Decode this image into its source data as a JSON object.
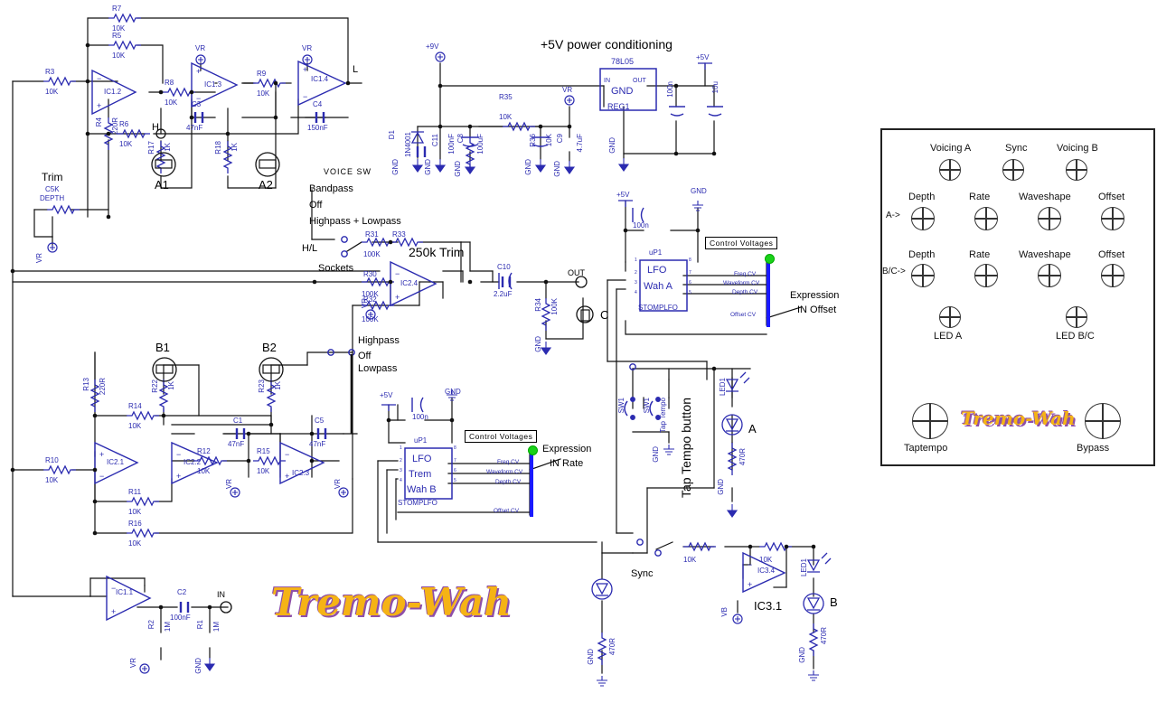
{
  "sheet": {
    "title_logo": "Tremo-Wah",
    "section_titles": {
      "power": "+5V power conditioning",
      "trim_250k": "250k Trim",
      "tap_tempo": "Tap Tempo button",
      "sync": "Sync",
      "sockets": "Sockets",
      "voice_sw": "VOICE  SW",
      "trim": "Trim"
    }
  },
  "colors": {
    "wire": "#111111",
    "component": "#2b2bb0",
    "cv_bus": "#1a1aff",
    "node_green": "#19d119",
    "logo_fill": "#f5b315",
    "logo_shadow": "#8e4fa8",
    "label_black": "#111111"
  },
  "voice_switch": {
    "title": "VOICE  SW",
    "options": [
      "Bandpass",
      "Off",
      "Highpass + Lowpass"
    ],
    "terminal": "H/L"
  },
  "hp_lp_switch": {
    "options": [
      "Highpass",
      "Off",
      "Lowpass"
    ]
  },
  "resistors": [
    {
      "ref": "R3",
      "value": "10K"
    },
    {
      "ref": "R5",
      "value": "10K"
    },
    {
      "ref": "R7",
      "value": "10K"
    },
    {
      "ref": "R8",
      "value": "10K"
    },
    {
      "ref": "R9",
      "value": "10K"
    },
    {
      "ref": "R6",
      "value": "10K"
    },
    {
      "ref": "R4",
      "value": "220R"
    },
    {
      "ref": "R17",
      "value": "1K"
    },
    {
      "ref": "R18",
      "value": "1K"
    },
    {
      "ref": "R10",
      "value": "10K"
    },
    {
      "ref": "R11",
      "value": "10K"
    },
    {
      "ref": "R12",
      "value": "10K"
    },
    {
      "ref": "R13",
      "value": "220R"
    },
    {
      "ref": "R14",
      "value": "10K"
    },
    {
      "ref": "R15",
      "value": "10K"
    },
    {
      "ref": "R16",
      "value": "10K"
    },
    {
      "ref": "R22",
      "value": "1K"
    },
    {
      "ref": "R23",
      "value": "1K"
    },
    {
      "ref": "R30",
      "value": "100K"
    },
    {
      "ref": "R31",
      "value": "100K"
    },
    {
      "ref": "R32",
      "value": "100K"
    },
    {
      "ref": "R33",
      "value": "100K"
    },
    {
      "ref": "R34",
      "value": "100K"
    },
    {
      "ref": "R35",
      "value": "10K"
    },
    {
      "ref": "R36",
      "value": "10K"
    },
    {
      "ref": "R1",
      "value": "1M"
    },
    {
      "ref": "R2",
      "value": "1M"
    }
  ],
  "capacitors": [
    {
      "ref": "C1",
      "value": "47nF"
    },
    {
      "ref": "C2",
      "value": "100nF"
    },
    {
      "ref": "C3",
      "value": "47nF"
    },
    {
      "ref": "C4",
      "value": "150nF"
    },
    {
      "ref": "C5",
      "value": "47nF"
    },
    {
      "ref": "C8",
      "value": "100uF"
    },
    {
      "ref": "C9",
      "value": "4.7uF"
    },
    {
      "ref": "C10",
      "value": "2.2uF"
    },
    {
      "ref": "C11",
      "value": "100nF"
    }
  ],
  "opamps": [
    {
      "ref": "IC1.1"
    },
    {
      "ref": "IC1.2"
    },
    {
      "ref": "IC1.3"
    },
    {
      "ref": "IC1.4"
    },
    {
      "ref": "IC2.1"
    },
    {
      "ref": "IC2.2"
    },
    {
      "ref": "IC2.3"
    },
    {
      "ref": "IC2.4"
    },
    {
      "ref": "IC3.4"
    }
  ],
  "ic3_label": "IC3.1",
  "power_section": {
    "title": "+5V power conditioning",
    "supply_in": "+9V",
    "supply_out": "+5V",
    "regulator": {
      "ref": "REG1",
      "part": "78L05",
      "pins": [
        "IN",
        "OUT",
        "GND"
      ]
    },
    "diode": {
      "ref": "D1",
      "part": "1N4001"
    },
    "caps": [
      {
        "ref": "C11",
        "value": "100nF"
      },
      {
        "ref": "C8",
        "value": "100uF"
      },
      {
        "ref": "C9",
        "value": "4.7uF"
      },
      {
        "ref": "",
        "value": "100n"
      },
      {
        "ref": "",
        "value": "10u"
      }
    ],
    "res": [
      {
        "ref": "R35",
        "value": "10K"
      },
      {
        "ref": "R36",
        "value": "10K"
      }
    ],
    "net_vr": "VR"
  },
  "lfo_a": {
    "ref": "uP1",
    "lines": [
      "LFO",
      "Wah A"
    ],
    "part": "STOMPLFO",
    "decouple": "100n",
    "rails": {
      "pos": "+5V",
      "gnd": "GND"
    },
    "pins_left": [
      "1",
      "2",
      "3",
      "4"
    ],
    "pins_right": [
      "8",
      "7",
      "6",
      "5"
    ],
    "cv_title": "Control  Voltages",
    "cv": [
      "Freq  CV",
      "Waveform  CV",
      "Depth  CV",
      "Offset  CV"
    ],
    "expression": [
      "Expression",
      "IN  Offset"
    ]
  },
  "lfo_b": {
    "ref": "uP1",
    "lines": [
      "LFO",
      "Trem",
      "Wah B"
    ],
    "part": "STOMPLFO",
    "decouple": "100n",
    "rails": {
      "pos": "+5V",
      "gnd": "GND"
    },
    "pins_left": [
      "1",
      "2",
      "3",
      "4"
    ],
    "pins_right": [
      "8",
      "7",
      "6",
      "5"
    ],
    "cv_title": "Control  Voltages",
    "cv": [
      "Freq  CV",
      "Waveform  CV",
      "Depth  CV",
      "Offset  CV"
    ],
    "expression": [
      "Expression",
      "IN  Rate"
    ]
  },
  "trim_pot": {
    "label": "Trim",
    "value": "C5K",
    "name": "DEPTH",
    "net": "VR"
  },
  "tap_tempo": {
    "label": "Tap Tempo button",
    "switches": [
      "SW1",
      "SW1"
    ],
    "switch_text": "Tap Tempo",
    "gnd": "GND"
  },
  "leds": [
    {
      "ref": "LED1",
      "node": "A",
      "res": "470R"
    },
    {
      "ref": "LED1",
      "node": "B",
      "res": "470R"
    },
    {
      "ref": "",
      "node": "C",
      "res": "470R"
    }
  ],
  "sync_net": {
    "label": "Sync",
    "res": "10K",
    "res2": "10K",
    "bias": "VB"
  },
  "io": {
    "in": "IN",
    "out": "OUT"
  },
  "vactrols": [
    "A1",
    "A2",
    "B1",
    "B2"
  ],
  "nets": {
    "vr": "VR",
    "vb": "VB",
    "gnd": "GND",
    "p5": "+5V",
    "p9": "+9V",
    "h": "H",
    "l": "L"
  },
  "control_panel": {
    "rows": [
      {
        "labels": [
          "Voicing A",
          "Sync",
          "Voicing B"
        ]
      },
      {
        "prefix": "A->",
        "labels": [
          "Depth",
          "Rate",
          "Waveshape",
          "Offset"
        ]
      },
      {
        "prefix": "B/C->",
        "labels": [
          "Depth",
          "Rate",
          "Waveshape",
          "Offset"
        ]
      },
      {
        "labels": [
          "LED A",
          "LED B/C"
        ]
      },
      {
        "labels": [
          "Taptempo",
          "Bypass"
        ]
      }
    ],
    "logo": "Tremo-Wah"
  }
}
